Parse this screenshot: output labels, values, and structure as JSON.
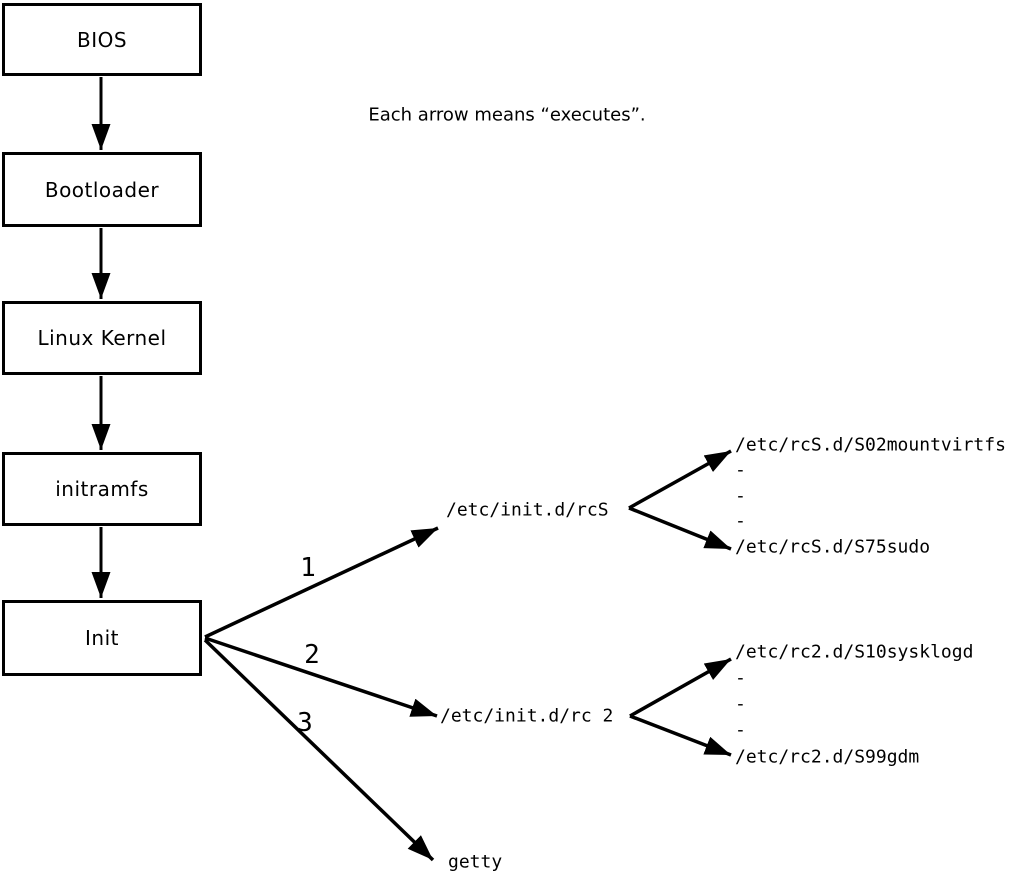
{
  "note": "Each arrow means “executes”.",
  "colors": {
    "line": "#000000",
    "background": "#ffffff"
  },
  "flow": {
    "bios": "BIOS",
    "bootloader": "Bootloader",
    "kernel": "Linux Kernel",
    "initramfs": "initramfs",
    "init": "Init"
  },
  "fan": {
    "label1": "1",
    "label2": "2",
    "label3": "3",
    "rcs": "/etc/init.d/rcS",
    "rc2": "/etc/init.d/rc 2",
    "getty": "getty"
  },
  "rcs_children": {
    "first": "/etc/rcS.d/S02mountvirtfs",
    "dash1": "-",
    "dash2": "-",
    "dash3": "-",
    "last": "/etc/rcS.d/S75sudo"
  },
  "rc2_children": {
    "first": "/etc/rc2.d/S10sysklogd",
    "dash1": "-",
    "dash2": "-",
    "dash3": "-",
    "last": "/etc/rc2.d/S99gdm"
  }
}
